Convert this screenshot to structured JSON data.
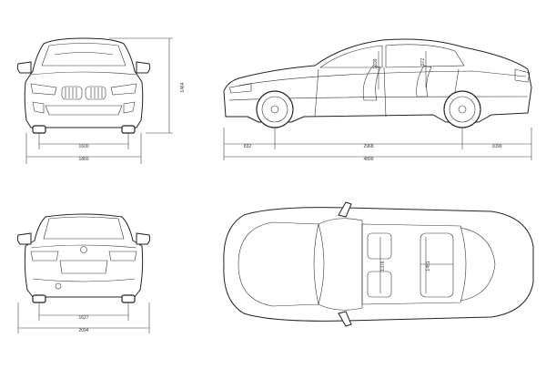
{
  "dimensions": {
    "front_track": "1600",
    "front_overall_width": "1860",
    "height": "1464",
    "front_overhang": "832",
    "wheelbase": "2968",
    "rear_overhang": "1099",
    "overall_length": "4899",
    "rear_track": "1627",
    "width_with_mirrors": "2094",
    "side_interior_front": "1039",
    "side_interior_rear": "972",
    "top_interior_front": "1376",
    "top_interior_rear": "1451"
  }
}
